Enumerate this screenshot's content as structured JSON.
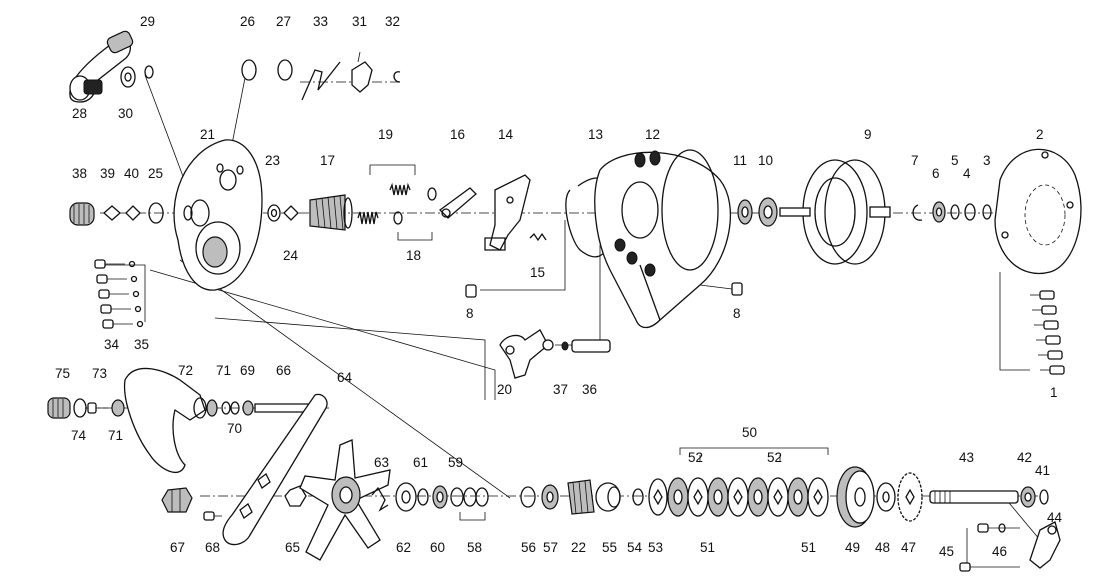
{
  "diagram": {
    "part_numbers": [
      "1",
      "2",
      "3",
      "4",
      "5",
      "6",
      "7",
      "8",
      "8",
      "9",
      "10",
      "11",
      "12",
      "13",
      "14",
      "15",
      "16",
      "17",
      "18",
      "19",
      "20",
      "21",
      "22",
      "23",
      "24",
      "25",
      "26",
      "27",
      "28",
      "29",
      "30",
      "31",
      "32",
      "33",
      "34",
      "35",
      "36",
      "37",
      "38",
      "39",
      "40",
      "41",
      "42",
      "43",
      "44",
      "45",
      "46",
      "47",
      "48",
      "49",
      "50",
      "51",
      "51",
      "52",
      "52",
      "53",
      "54",
      "55",
      "56",
      "57",
      "58",
      "59",
      "60",
      "61",
      "62",
      "63",
      "64",
      "65",
      "66",
      "67",
      "68",
      "69",
      "70",
      "71",
      "71",
      "72",
      "73",
      "74",
      "75"
    ]
  }
}
